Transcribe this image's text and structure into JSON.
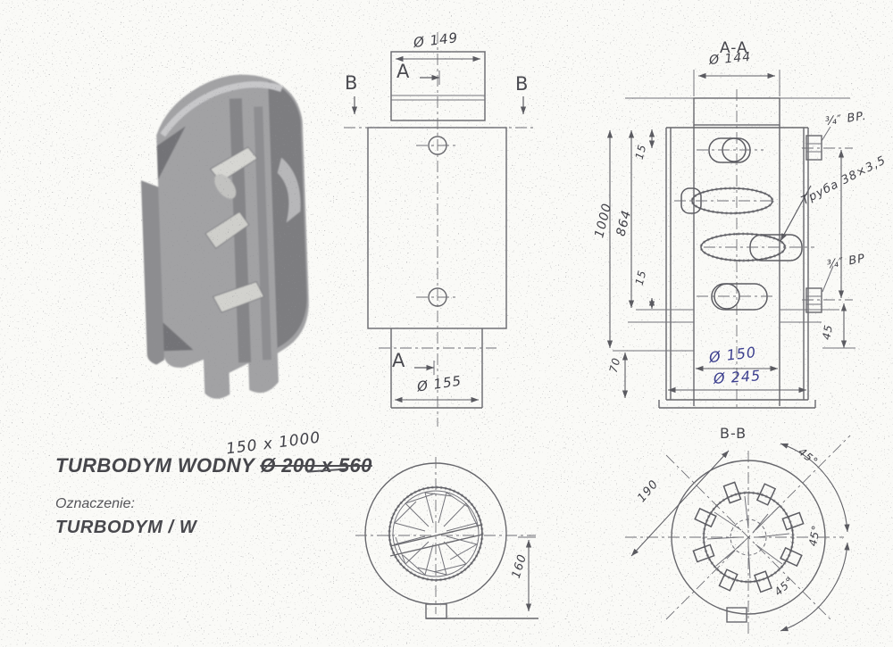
{
  "title_block": {
    "handwritten_correction": "150 x 1000",
    "title_prefix": "TURBODYM WODNY ",
    "struck_text": "Ø 200 x 560",
    "designation_label": "Oznaczenie:",
    "designation_value": "TURBODYM / W"
  },
  "front_view": {
    "dim_top": "Ø 149",
    "dim_bottom": "Ø 155",
    "marker_a": "A",
    "marker_b": "B"
  },
  "section_aa": {
    "label": "A-A",
    "dim_diameter_top": "Ø 144",
    "dim_overall": "1000",
    "dim_inner": "864",
    "dim_offset_top": "15",
    "dim_offset_bottom": "15",
    "dim_base_gap": "70",
    "dim_bore": "Ø 150",
    "dim_base": "Ø 245",
    "dim_fitting_offset": "45",
    "fitting_top_label": "¾″ BP.",
    "fitting_bottom_label": "¾″ BP",
    "pipe_note": "Труба 38×3,5"
  },
  "top_view": {
    "dim_height": "160"
  },
  "section_bb": {
    "label": "B-B",
    "dim_diagonal": "190",
    "angle_labels": [
      "45°",
      "45°",
      "45°"
    ]
  },
  "colors": {
    "ink_blue": "#3b3e8e",
    "pencil": "#3f3f46",
    "line": "#67676c"
  }
}
